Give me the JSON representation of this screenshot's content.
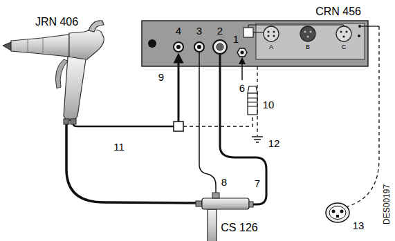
{
  "diagram": {
    "nodes": [
      {
        "text": [
          "CRN 456",
          "4",
          "3",
          "2",
          "1",
          "A",
          "B",
          "C"
        ]
      }
    ],
    "labels": [
      "JRN 406",
      "9",
      "6",
      "10",
      "12",
      "11",
      "8",
      "7",
      "CS 126",
      "13",
      "DES00197"
    ]
  }
}
